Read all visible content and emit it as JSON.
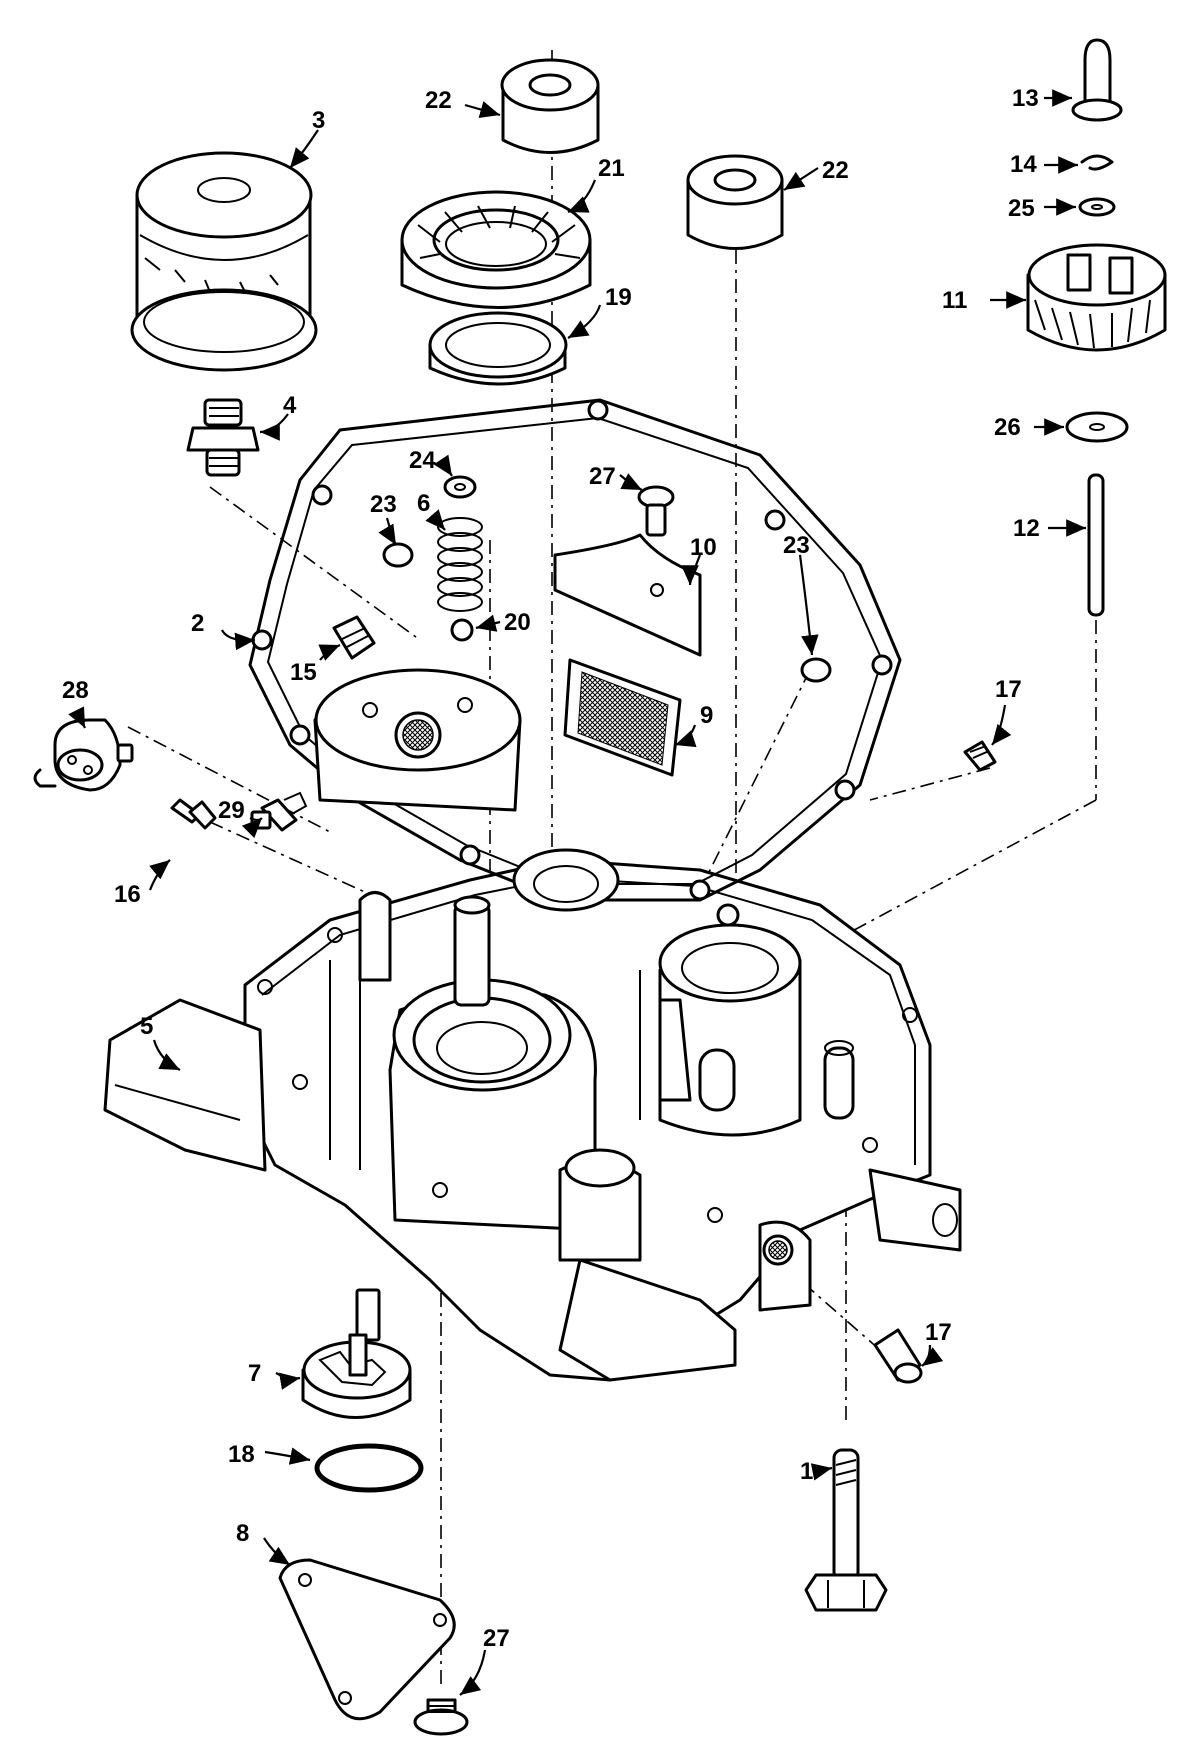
{
  "figure": {
    "callouts": [
      "1",
      "2",
      "3",
      "4",
      "5",
      "6",
      "7",
      "8",
      "9",
      "10",
      "11",
      "12",
      "13",
      "14",
      "15",
      "16",
      "17",
      "18",
      "19",
      "20",
      "21",
      "22",
      "23",
      "24",
      "25",
      "26",
      "27",
      "28",
      "29"
    ]
  },
  "labels": {
    "c1": "1",
    "c2": "2",
    "c3": "3",
    "c4": "4",
    "c5": "5",
    "c6": "6",
    "c7": "7",
    "c8": "8",
    "c9": "9",
    "c10": "10",
    "c11": "11",
    "c12": "12",
    "c13": "13",
    "c14": "14",
    "c15": "15",
    "c16": "16",
    "c17a": "17",
    "c17b": "17",
    "c18": "18",
    "c19": "19",
    "c20": "20",
    "c21": "21",
    "c22a": "22",
    "c22b": "22",
    "c23a": "23",
    "c23b": "23",
    "c24": "24",
    "c25": "25",
    "c26": "26",
    "c27a": "27",
    "c27b": "27",
    "c28": "28",
    "c29": "29"
  }
}
